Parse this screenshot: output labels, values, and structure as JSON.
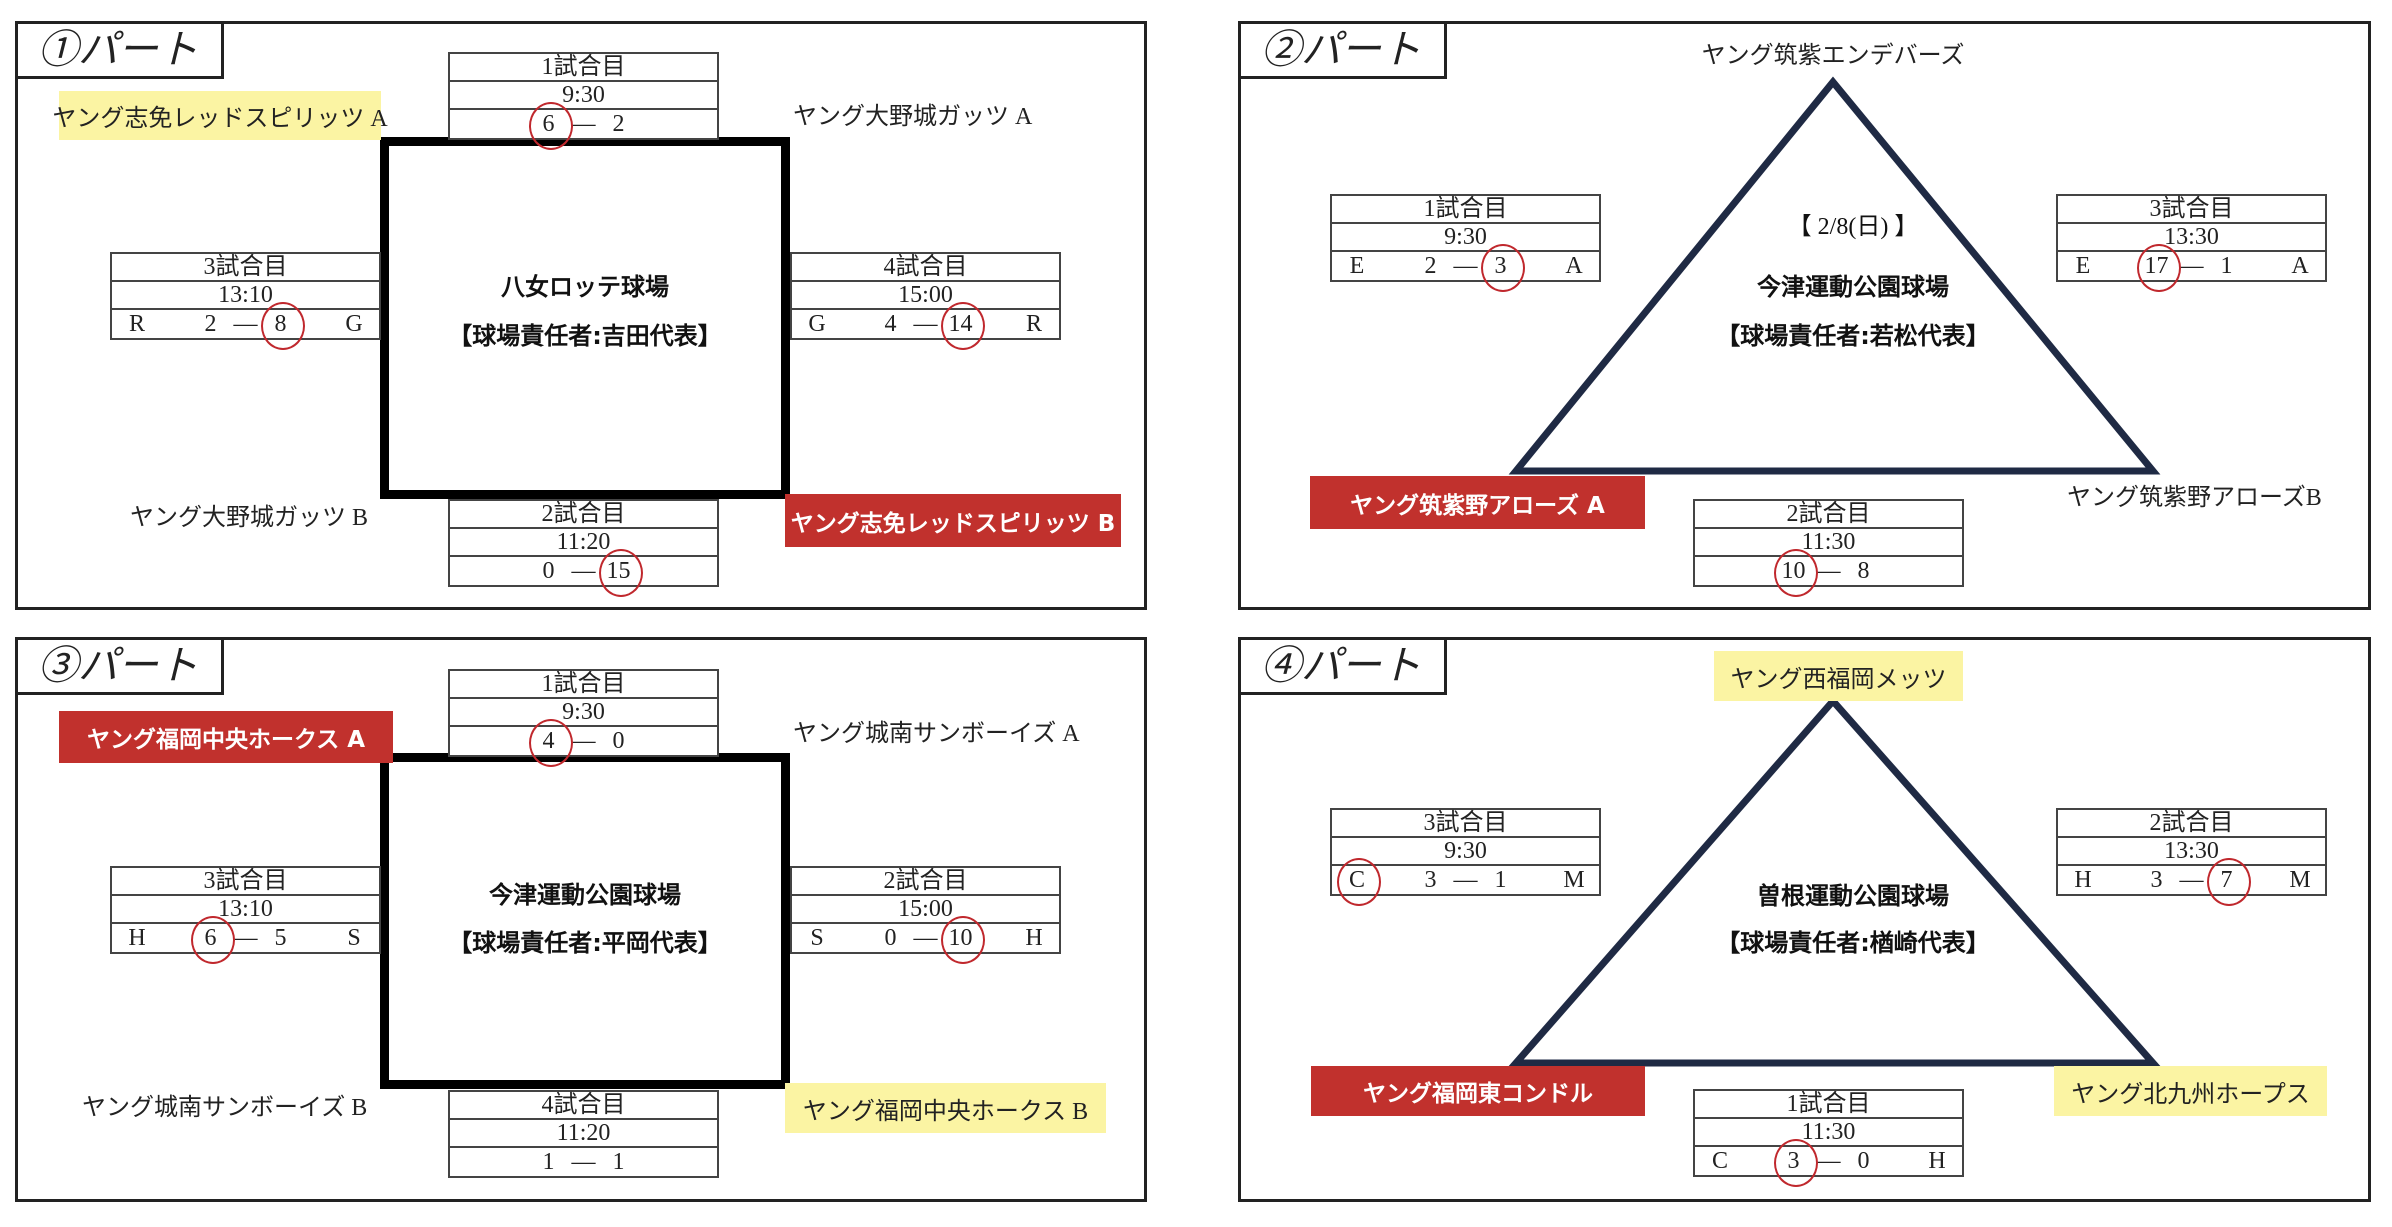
{
  "parts": [
    {
      "title": "①パート",
      "venue": "八女ロッテ球場",
      "manager": "【球場責任者:吉田代表】",
      "teams": [
        {
          "name": "ヤング志免レッドスピリッツ A",
          "style": "yellow"
        },
        {
          "name": "ヤング大野城ガッツ A",
          "style": "plain"
        },
        {
          "name": "ヤング大野城ガッツ B",
          "style": "plain"
        },
        {
          "name": "ヤング志免レッドスピリッツ B",
          "style": "red"
        }
      ],
      "games": [
        {
          "label": "1試合目",
          "time": "9:30",
          "home": "",
          "away": "",
          "s1": "6",
          "s2": "2",
          "winner": 1
        },
        {
          "label": "3試合目",
          "time": "13:10",
          "home": "R",
          "away": "G",
          "s1": "2",
          "s2": "8",
          "winner": 2
        },
        {
          "label": "4試合目",
          "time": "15:00",
          "home": "G",
          "away": "R",
          "s1": "4",
          "s2": "14",
          "winner": 2
        },
        {
          "label": "2試合目",
          "time": "11:20",
          "home": "",
          "away": "",
          "s1": "0",
          "s2": "15",
          "winner": 2
        }
      ]
    },
    {
      "title": "②パート",
      "date": "【 2/8(日) 】",
      "venue": "今津運動公園球場",
      "manager": "【球場責任者:若松代表】",
      "teams": [
        {
          "name": "ヤング筑紫エンデバーズ",
          "style": "plain"
        },
        {
          "name": "ヤング筑紫野アローズ A",
          "style": "red"
        },
        {
          "name": "ヤング筑紫野アローズB",
          "style": "plain"
        }
      ],
      "games": [
        {
          "label": "1試合目",
          "time": "9:30",
          "home": "E",
          "away": "A",
          "s1": "2",
          "s2": "3",
          "winner": 2
        },
        {
          "label": "3試合目",
          "time": "13:30",
          "home": "E",
          "away": "A",
          "s1": "17",
          "s2": "1",
          "winner": 1
        },
        {
          "label": "2試合目",
          "time": "11:30",
          "home": "",
          "away": "",
          "s1": "10",
          "s2": "8",
          "winner": 1
        }
      ]
    },
    {
      "title": "③パート",
      "venue": "今津運動公園球場",
      "manager": "【球場責任者:平岡代表】",
      "teams": [
        {
          "name": "ヤング福岡中央ホークス A",
          "style": "red"
        },
        {
          "name": "ヤング城南サンボーイズ A",
          "style": "plain"
        },
        {
          "name": "ヤング城南サンボーイズ B",
          "style": "plain"
        },
        {
          "name": "ヤング福岡中央ホークス B",
          "style": "yellow"
        }
      ],
      "games": [
        {
          "label": "1試合目",
          "time": "9:30",
          "home": "",
          "away": "",
          "s1": "4",
          "s2": "0",
          "winner": 1
        },
        {
          "label": "3試合目",
          "time": "13:10",
          "home": "H",
          "away": "S",
          "s1": "6",
          "s2": "5",
          "winner": 1
        },
        {
          "label": "2試合目",
          "time": "15:00",
          "home": "S",
          "away": "H",
          "s1": "0",
          "s2": "10",
          "winner": 2
        },
        {
          "label": "4試合目",
          "time": "11:20",
          "home": "",
          "away": "",
          "s1": "1",
          "s2": "1",
          "winner": 0
        }
      ]
    },
    {
      "title": "④パート",
      "venue": "曽根運動公園球場",
      "manager": "【球場責任者:楢崎代表】",
      "teams": [
        {
          "name": "ヤング西福岡メッツ",
          "style": "yellow"
        },
        {
          "name": "ヤング福岡東コンドル",
          "style": "red"
        },
        {
          "name": "ヤング北九州ホープス",
          "style": "yellow"
        }
      ],
      "games": [
        {
          "label": "3試合目",
          "time": "9:30",
          "home": "C",
          "away": "M",
          "s1": "3",
          "s2": "1",
          "winner": 3
        },
        {
          "label": "2試合目",
          "time": "13:30",
          "home": "H",
          "away": "M",
          "s1": "3",
          "s2": "7",
          "winner": 2
        },
        {
          "label": "1試合目",
          "time": "11:30",
          "home": "C",
          "away": "H",
          "s1": "3",
          "s2": "0",
          "winner": 1
        }
      ]
    }
  ],
  "colors": {
    "red_label": "#c1312d",
    "yellow_label": "#fbf4a3",
    "circle": "#c0282d",
    "triangle": "#1f2a44"
  }
}
